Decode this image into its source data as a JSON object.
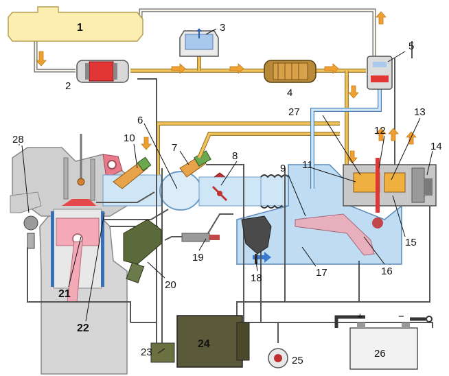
{
  "labels": {
    "l1": "1",
    "l2": "2",
    "l3": "3",
    "l4": "4",
    "l5": "5",
    "l6": "6",
    "l7": "7",
    "l8": "8",
    "l9": "9",
    "l10": "10",
    "l11": "11",
    "l12": "12",
    "l13": "13",
    "l14": "14",
    "l15": "15",
    "l16": "16",
    "l17": "17",
    "l18": "18",
    "l19": "19",
    "l20": "20",
    "l21": "21",
    "l22": "22",
    "l23": "23",
    "l24": "24",
    "l25": "25",
    "l26": "26",
    "l27": "27",
    "l28": "28"
  },
  "battery": {
    "plus": "+",
    "minus": "−"
  },
  "colors": {
    "fuel": "#f2c35a",
    "air": "#cfe6f7",
    "tank": "#fbeeb0",
    "module": "#5a5a3a",
    "engine": "#d9d9d9"
  }
}
